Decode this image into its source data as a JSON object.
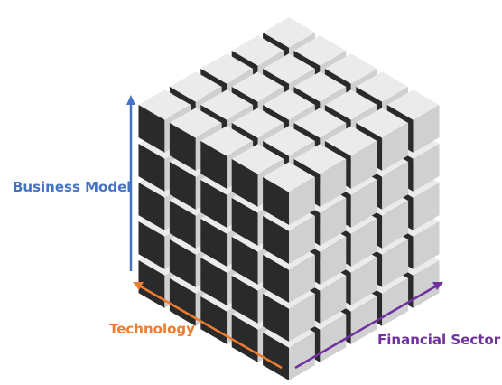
{
  "labels": {
    "business_model": "Business Model",
    "technology": "Technology",
    "financial_sector": "Financial Sector"
  },
  "colors": {
    "business_model": "#4472c4",
    "technology": "#ed7d31",
    "financial_sector": "#7030a0",
    "cube_top": "#ebebeb",
    "cube_left": "#2a2a2a",
    "cube_right": "#d0d0d0"
  },
  "grid": {
    "rows": 5,
    "cols": 5,
    "depth": 5
  }
}
